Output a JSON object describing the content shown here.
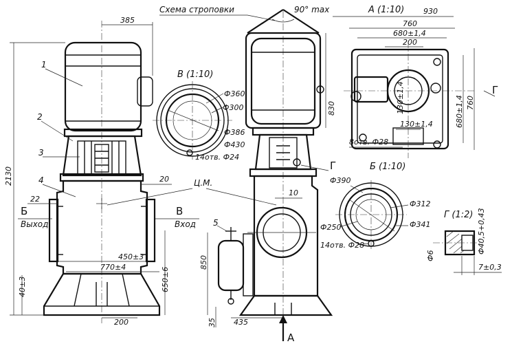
{
  "labels": {
    "sling_scheme": "Схема строповки",
    "angle_max": "90° max",
    "view_a_title": "A (1:10)",
    "view_v_title": "В (1:10)",
    "view_b_title": "Б (1:10)",
    "detail_g_title": "Г (1:2)",
    "center_mass": "Ц.М.",
    "inlet_letter": "Б",
    "inlet_text": "Выход",
    "outlet_letter": "В",
    "outlet_text": "Вход",
    "arrow_a": "А",
    "leader_g": "Г",
    "leader_g2": "Г"
  },
  "callouts": [
    "1",
    "2",
    "3",
    "4",
    "5"
  ],
  "dimensions": {
    "d385": "385",
    "d2130": "2130",
    "d20": "20",
    "d22": "22",
    "d450": "450±3",
    "d770": "770±4",
    "d650": "650±6",
    "d40": "40±3",
    "d200_bottom": "200",
    "d10": "10",
    "d830": "830",
    "d850": "850",
    "d35": "35",
    "d435": "435",
    "a930": "930",
    "a760_top": "760",
    "a680_top": "680±1,4",
    "a200": "200",
    "a130_v": "130±1,4",
    "a130_h": "130±1,4",
    "a680_right": "680±1,4",
    "a760_right": "760",
    "a8holes": "8отв. Ф28",
    "v360": "Ф360",
    "v300": "Ф300",
    "v386": "Ф386",
    "v430": "Ф430",
    "v14holes": "14отв. Ф24",
    "b390": "Ф390",
    "b312": "Ф312",
    "b250": "Ф250",
    "b341": "Ф341",
    "b14holes": "14отв. Ф28",
    "g40": "Ф40,5+0,43",
    "g6": "Ф6",
    "g7": "7±0,3"
  }
}
